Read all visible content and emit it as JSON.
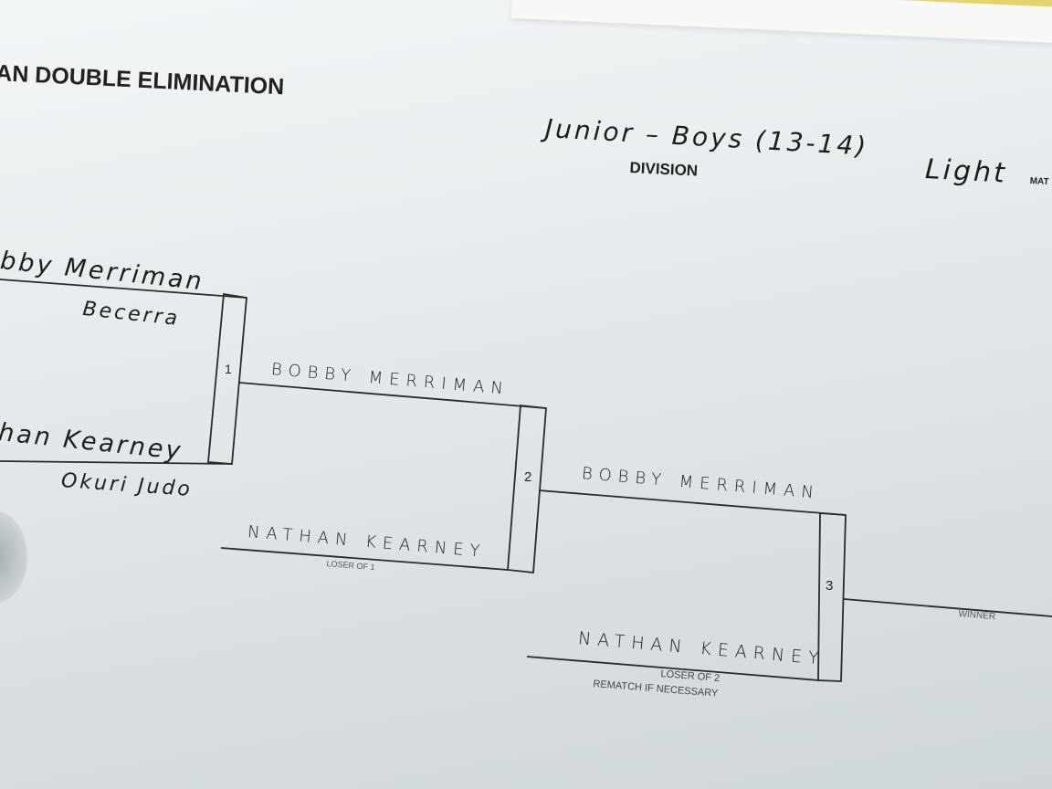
{
  "sheet": {
    "title": "AN DOUBLE ELIMINATION",
    "division": {
      "handwritten": "Junior – Boys  (13-14)",
      "label": "DIVISION",
      "weight_class": "Light",
      "mat_label_partial": "MAT"
    }
  },
  "competitors": {
    "slot_a_name": "bby Merriman",
    "slot_a_club": "Becerra",
    "slot_b_name": "han Kearney",
    "slot_b_club": "Okuri Judo"
  },
  "matches": {
    "m1_number": "1",
    "m2_number": "2",
    "m3_number": "3",
    "m1_winner": "BOBBY MERRIMAN",
    "m2_winner": "BOBBY MERRIMAN",
    "m2_loser_entry": "NATHAN KEARNEY",
    "m3_loser_entry": "NATHAN KEARNEY"
  },
  "labels": {
    "loser_of_1": "LOSER OF 1",
    "loser_of_2": "LOSER OF 2",
    "rematch": "REMATCH IF NECESSARY",
    "winner": "WINNER"
  }
}
